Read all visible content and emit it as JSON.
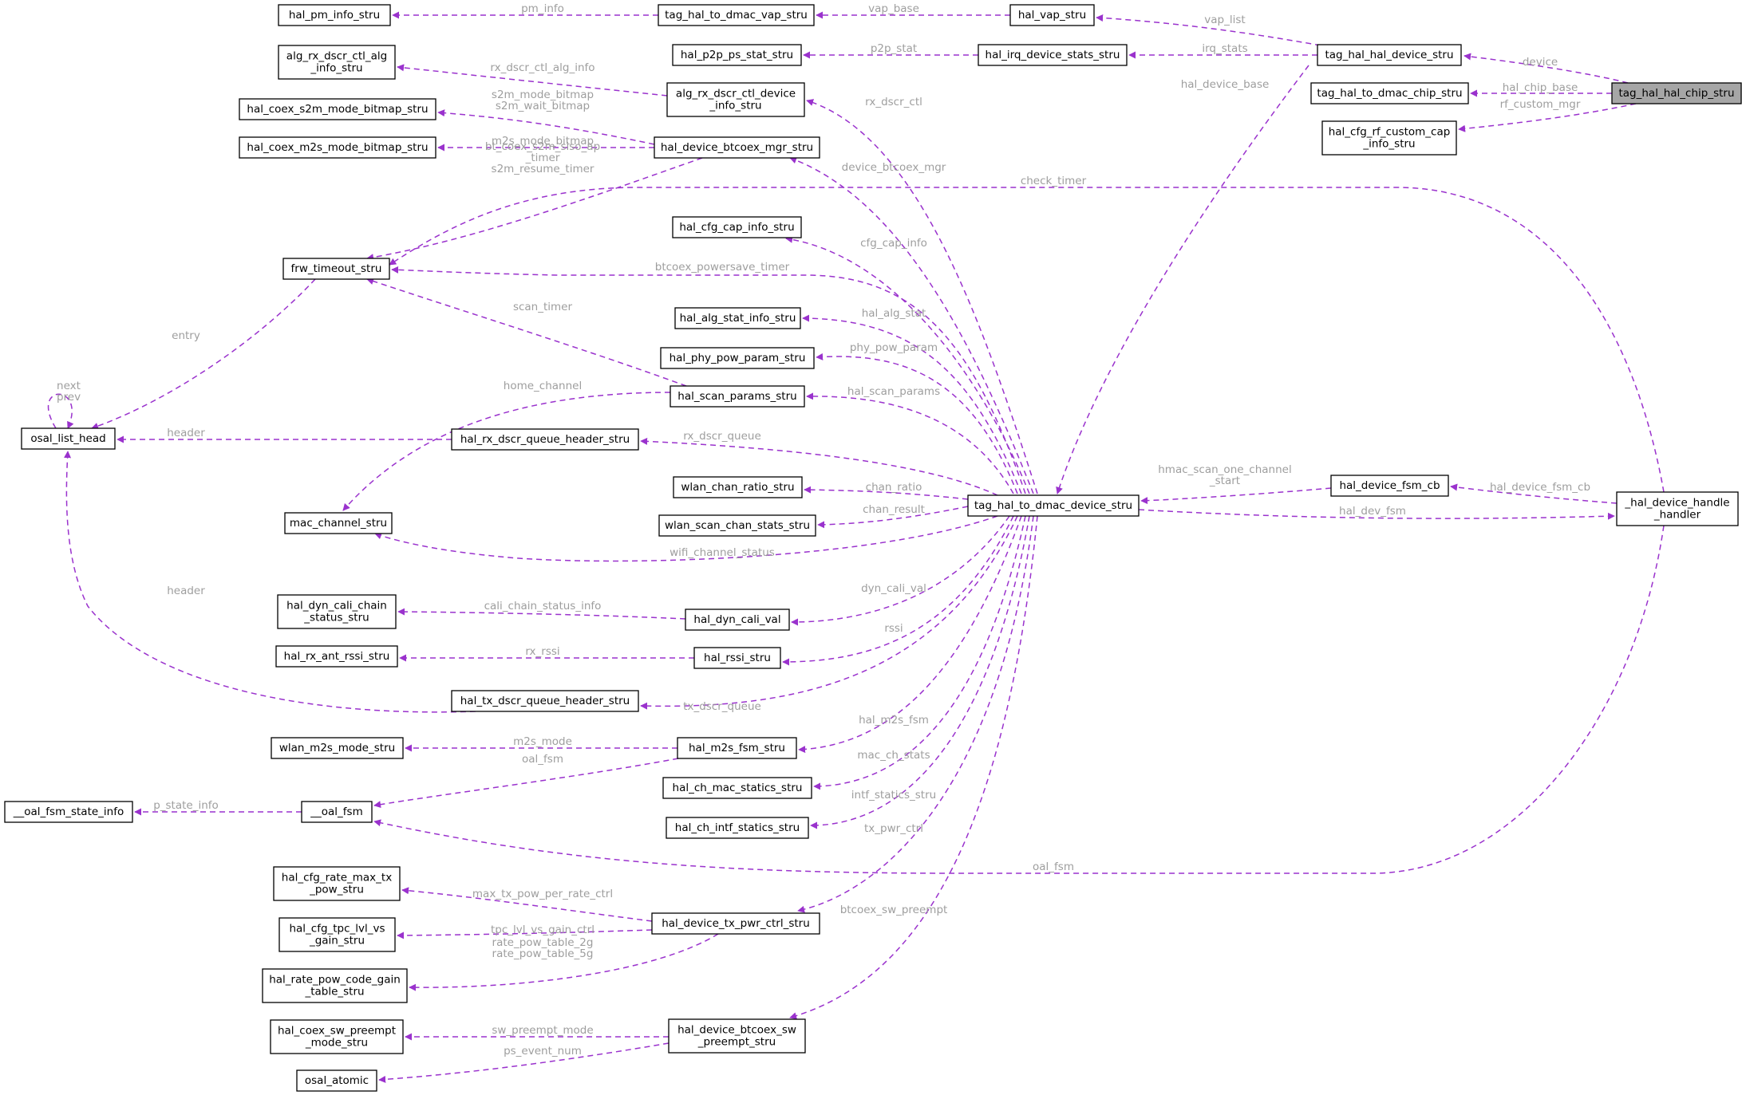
{
  "colors": {
    "edge": "#9a32cd",
    "label": "#9e9e9e",
    "node_border": "#000000",
    "highlight": "#a6a6a6"
  },
  "nodes": [
    {
      "id": "chip",
      "lines": [
        "tag_hal_hal_chip_stru"
      ],
      "highlight": true
    },
    {
      "id": "haldev",
      "lines": [
        "tag_hal_hal_device_stru"
      ]
    },
    {
      "id": "dmacchip",
      "lines": [
        "tag_hal_to_dmac_chip_stru"
      ]
    },
    {
      "id": "rfcustom",
      "lines": [
        "hal_cfg_rf_custom_cap",
        "_info_stru"
      ]
    },
    {
      "id": "pminfo",
      "lines": [
        "hal_pm_info_stru"
      ]
    },
    {
      "id": "dmacvap",
      "lines": [
        "tag_hal_to_dmac_vap_stru"
      ]
    },
    {
      "id": "halvap",
      "lines": [
        "hal_vap_stru"
      ]
    },
    {
      "id": "p2p",
      "lines": [
        "hal_p2p_ps_stat_stru"
      ]
    },
    {
      "id": "irq",
      "lines": [
        "hal_irq_device_stats_stru"
      ]
    },
    {
      "id": "algrxinfo",
      "lines": [
        "alg_rx_dscr_ctl_alg",
        "_info_stru"
      ]
    },
    {
      "id": "algrxdev",
      "lines": [
        "alg_rx_dscr_ctl_device",
        "_info_stru"
      ]
    },
    {
      "id": "s2m",
      "lines": [
        "hal_coex_s2m_mode_bitmap_stru"
      ]
    },
    {
      "id": "m2sbm",
      "lines": [
        "hal_coex_m2s_mode_bitmap_stru"
      ]
    },
    {
      "id": "btcoexmgr",
      "lines": [
        "hal_device_btcoex_mgr_stru"
      ]
    },
    {
      "id": "cfgcap",
      "lines": [
        "hal_cfg_cap_info_stru"
      ]
    },
    {
      "id": "frw",
      "lines": [
        "frw_timeout_stru"
      ]
    },
    {
      "id": "algstat",
      "lines": [
        "hal_alg_stat_info_stru"
      ]
    },
    {
      "id": "phypow",
      "lines": [
        "hal_phy_pow_param_stru"
      ]
    },
    {
      "id": "scanparams",
      "lines": [
        "hal_scan_params_stru"
      ]
    },
    {
      "id": "osal",
      "lines": [
        "osal_list_head"
      ]
    },
    {
      "id": "rxqueue",
      "lines": [
        "hal_rx_dscr_queue_header_stru"
      ]
    },
    {
      "id": "chanratio",
      "lines": [
        "wlan_chan_ratio_stru"
      ]
    },
    {
      "id": "dmacdev",
      "lines": [
        "tag_hal_to_dmac_device_stru"
      ]
    },
    {
      "id": "fsmcb",
      "lines": [
        "hal_device_fsm_cb"
      ]
    },
    {
      "id": "handler",
      "lines": [
        "_hal_device_handle",
        "_handler"
      ]
    },
    {
      "id": "macchan",
      "lines": [
        "mac_channel_stru"
      ]
    },
    {
      "id": "scanchan",
      "lines": [
        "wlan_scan_chan_stats_stru"
      ]
    },
    {
      "id": "dyncali",
      "lines": [
        "hal_dyn_cali_chain",
        "_status_stru"
      ]
    },
    {
      "id": "dyncaliv",
      "lines": [
        "hal_dyn_cali_val"
      ]
    },
    {
      "id": "antrssi",
      "lines": [
        "hal_rx_ant_rssi_stru"
      ]
    },
    {
      "id": "rssi",
      "lines": [
        "hal_rssi_stru"
      ]
    },
    {
      "id": "txqueue",
      "lines": [
        "hal_tx_dscr_queue_header_stru"
      ]
    },
    {
      "id": "m2smode",
      "lines": [
        "wlan_m2s_mode_stru"
      ]
    },
    {
      "id": "m2sfsm",
      "lines": [
        "hal_m2s_fsm_stru"
      ]
    },
    {
      "id": "macstat",
      "lines": [
        "hal_ch_mac_statics_stru"
      ]
    },
    {
      "id": "fsmstate",
      "lines": [
        "__oal_fsm_state_info"
      ]
    },
    {
      "id": "oalfsm",
      "lines": [
        "__oal_fsm"
      ]
    },
    {
      "id": "intfstat",
      "lines": [
        "hal_ch_intf_statics_stru"
      ]
    },
    {
      "id": "ratemax",
      "lines": [
        "hal_cfg_rate_max_tx",
        "_pow_stru"
      ]
    },
    {
      "id": "tpc",
      "lines": [
        "hal_cfg_tpc_lvl_vs",
        "_gain_stru"
      ]
    },
    {
      "id": "txpwr",
      "lines": [
        "hal_device_tx_pwr_ctrl_stru"
      ]
    },
    {
      "id": "ratepow",
      "lines": [
        "hal_rate_pow_code_gain",
        "_table_stru"
      ]
    },
    {
      "id": "swpreempt",
      "lines": [
        "hal_coex_sw_preempt",
        "_mode_stru"
      ]
    },
    {
      "id": "btcoexsw",
      "lines": [
        "hal_device_btcoex_sw",
        "_preempt_stru"
      ]
    },
    {
      "id": "atomic",
      "lines": [
        "osal_atomic"
      ]
    }
  ],
  "edges": [
    {
      "id": "e-device",
      "lines": [
        "device"
      ]
    },
    {
      "id": "e-chipbase",
      "lines": [
        "hal_chip_base"
      ]
    },
    {
      "id": "e-rfcustom",
      "lines": [
        "rf_custom_mgr"
      ]
    },
    {
      "id": "e-pminfo",
      "lines": [
        "pm_info"
      ]
    },
    {
      "id": "e-vapbase",
      "lines": [
        "vap_base"
      ]
    },
    {
      "id": "e-vaplist",
      "lines": [
        "vap_list"
      ]
    },
    {
      "id": "e-p2pstat",
      "lines": [
        "p2p_stat"
      ]
    },
    {
      "id": "e-irqstats",
      "lines": [
        "irq_stats"
      ]
    },
    {
      "id": "e-devbase",
      "lines": [
        "hal_device_base"
      ]
    },
    {
      "id": "e-algrxinfo",
      "lines": [
        "rx_dscr_ctl_alg_info"
      ]
    },
    {
      "id": "e-rxdscrctl",
      "lines": [
        "rx_dscr_ctl"
      ]
    },
    {
      "id": "e-s2m",
      "lines": [
        "s2m_mode_bitmap",
        "s2m_wait_bitmap"
      ]
    },
    {
      "id": "e-m2sbm",
      "lines": [
        "m2s_mode_bitmap"
      ]
    },
    {
      "id": "e-btcoextimers",
      "lines": [
        "bt_coex_s2m_siso_ap",
        "_timer",
        "s2m_resume_timer"
      ]
    },
    {
      "id": "e-btcoexmgr",
      "lines": [
        "device_btcoex_mgr"
      ]
    },
    {
      "id": "e-checktimer",
      "lines": [
        "check_timer"
      ]
    },
    {
      "id": "e-cfgcap",
      "lines": [
        "cfg_cap_info"
      ]
    },
    {
      "id": "e-btps",
      "lines": [
        "btcoex_powersave_timer"
      ]
    },
    {
      "id": "e-scantimer",
      "lines": [
        "scan_timer"
      ]
    },
    {
      "id": "e-entry",
      "lines": [
        "entry"
      ]
    },
    {
      "id": "e-nextprev",
      "lines": [
        "next",
        "prev"
      ]
    },
    {
      "id": "e-algstat",
      "lines": [
        "hal_alg_stat"
      ]
    },
    {
      "id": "e-phypow",
      "lines": [
        "phy_pow_param"
      ]
    },
    {
      "id": "e-homechan",
      "lines": [
        "home_channel"
      ]
    },
    {
      "id": "e-scanparams",
      "lines": [
        "hal_scan_params"
      ]
    },
    {
      "id": "e-rxheader",
      "lines": [
        "header"
      ]
    },
    {
      "id": "e-rxqueue",
      "lines": [
        "rx_dscr_queue"
      ]
    },
    {
      "id": "e-chanratio",
      "lines": [
        "chan_ratio"
      ]
    },
    {
      "id": "e-chanresult",
      "lines": [
        "chan_result"
      ]
    },
    {
      "id": "e-wifichan",
      "lines": [
        "wifi_channel_status"
      ]
    },
    {
      "id": "e-hmacscan",
      "lines": [
        "hmac_scan_one_channel",
        "_start"
      ]
    },
    {
      "id": "e-fsmcb",
      "lines": [
        "hal_device_fsm_cb"
      ]
    },
    {
      "id": "e-devfsm",
      "lines": [
        "hal_dev_fsm"
      ]
    },
    {
      "id": "e-txheader",
      "lines": [
        "header"
      ]
    },
    {
      "id": "e-calichain",
      "lines": [
        "cali_chain_status_info"
      ]
    },
    {
      "id": "e-dyncali",
      "lines": [
        "dyn_cali_val"
      ]
    },
    {
      "id": "e-antrssi",
      "lines": [
        "rx_rssi"
      ]
    },
    {
      "id": "e-rssi",
      "lines": [
        "rssi"
      ]
    },
    {
      "id": "e-txqueue",
      "lines": [
        "tx_dscr_queue"
      ]
    },
    {
      "id": "e-m2smode",
      "lines": [
        "m2s_mode"
      ]
    },
    {
      "id": "e-m2sfsm",
      "lines": [
        "hal_m2s_fsm"
      ]
    },
    {
      "id": "e-oalfsm1",
      "lines": [
        "oal_fsm"
      ]
    },
    {
      "id": "e-macstat",
      "lines": [
        "mac_ch_stats"
      ]
    },
    {
      "id": "e-pstate",
      "lines": [
        "p_state_info"
      ]
    },
    {
      "id": "e-intfstat",
      "lines": [
        "intf_statics_stru"
      ]
    },
    {
      "id": "e-txpwr",
      "lines": [
        "tx_pwr_ctrl"
      ]
    },
    {
      "id": "e-oalfsm2",
      "lines": [
        "oal_fsm"
      ]
    },
    {
      "id": "e-ratemax",
      "lines": [
        "max_tx_pow_per_rate_ctrl"
      ]
    },
    {
      "id": "e-tpc",
      "lines": [
        "tpc_lvl_vs_gain_ctrl"
      ]
    },
    {
      "id": "e-ratepow",
      "lines": [
        "rate_pow_table_2g",
        "rate_pow_table_5g"
      ]
    },
    {
      "id": "e-btcoexsw",
      "lines": [
        "btcoex_sw_preempt"
      ]
    },
    {
      "id": "e-swpreempt",
      "lines": [
        "sw_preempt_mode"
      ]
    },
    {
      "id": "e-psevent",
      "lines": [
        "ps_event_num"
      ]
    }
  ]
}
